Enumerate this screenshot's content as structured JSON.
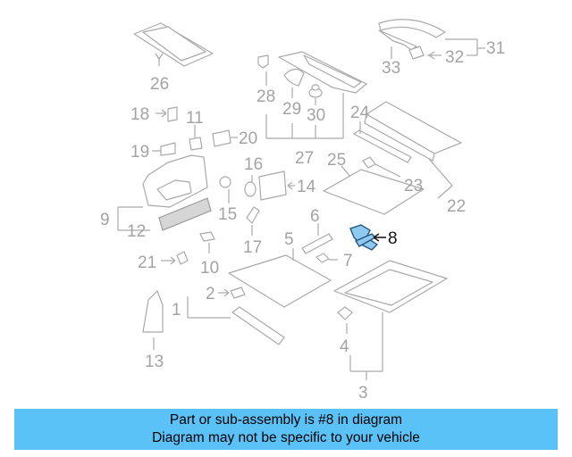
{
  "diagram": {
    "callouts": {
      "c1": "1",
      "c2": "2",
      "c3": "3",
      "c4": "4",
      "c5": "5",
      "c6": "6",
      "c7": "7",
      "c8": "8",
      "c9": "9",
      "c10": "10",
      "c11": "11",
      "c12": "12",
      "c13": "13",
      "c14": "14",
      "c15": "15",
      "c16": "16",
      "c17": "17",
      "c18": "18",
      "c19": "19",
      "c20": "20",
      "c21": "21",
      "c22": "22",
      "c23": "23",
      "c24": "24",
      "c25": "25",
      "c26": "26",
      "c27": "27",
      "c28": "28",
      "c29": "29",
      "c30": "30",
      "c31": "31",
      "c32": "32",
      "c33": "33"
    },
    "highlight_color": "#8ec9f0"
  },
  "caption": {
    "line1": "Part or sub-assembly is #8 in diagram",
    "line2": "Diagram may not be specific to your vehicle",
    "background": "#5bc2f7"
  }
}
